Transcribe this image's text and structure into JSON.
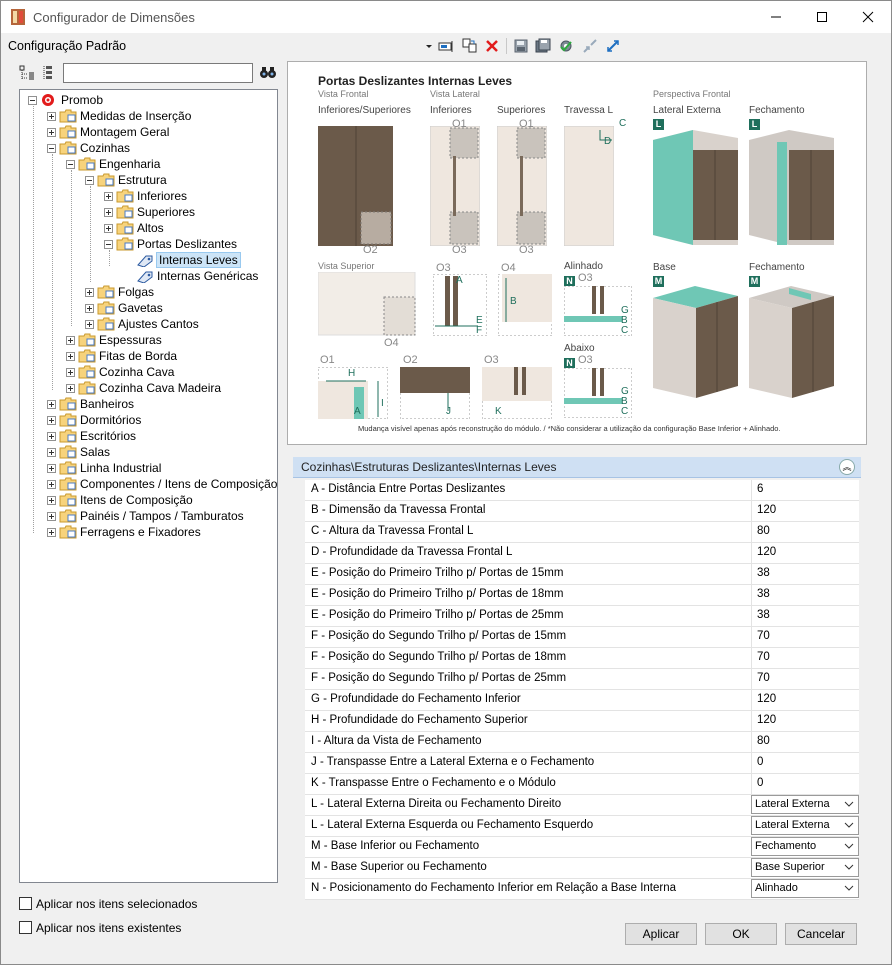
{
  "window": {
    "title": "Configurador de Dimensões"
  },
  "toolbar": {
    "config_label": "Configuração Padrão"
  },
  "tree": {
    "root": "Promob",
    "items": [
      "Medidas de Inserção",
      "Montagem Geral",
      "Cozinhas",
      "Engenharia",
      "Estrutura",
      "Inferiores",
      "Superiores",
      "Altos",
      "Portas Deslizantes",
      "Internas Leves",
      "Internas Genéricas",
      "Folgas",
      "Gavetas",
      "Ajustes Cantos",
      "Espessuras",
      "Fitas de Borda",
      "Cozinha Cava",
      "Cozinha Cava Madeira",
      "Banheiros",
      "Dormitórios",
      "Escritórios",
      "Salas",
      "Linha Industrial",
      "Componentes / Itens de Composição",
      "Itens de Composição",
      "Painéis / Tampos / Tamburatos",
      "Ferragens e Fixadores"
    ]
  },
  "preview": {
    "title": "Portas Deslizantes Internas Leves",
    "vista_frontal": "Vista Frontal",
    "vista_lateral": "Vista Lateral",
    "inferiores_superiores": "Inferiores/Superiores",
    "inferiores": "Inferiores",
    "superiores": "Superiores",
    "travessa_l": "Travessa L",
    "perspectiva": "Perspectiva Frontal",
    "lateral_externa": "Lateral Externa",
    "fechamento": "Fechamento",
    "base": "Base",
    "vista_superior": "Vista Superior",
    "alinhado": "Alinhado",
    "abaixo": "Abaixo",
    "o1": "O1",
    "o2": "O2",
    "o3": "O3",
    "o4": "O4",
    "tag_l": "L",
    "tag_m": "M",
    "tag_n": "N",
    "footnote": "Mudança visível apenas após reconstrução do módulo. / *Não considerar a utilização da configuração Base Inferior + Alinhado.",
    "letters": {
      "a": "A",
      "b": "B",
      "c": "C",
      "d": "D",
      "e": "E",
      "f": "F",
      "g": "G",
      "h": "H",
      "i": "I",
      "j": "J",
      "k": "K"
    }
  },
  "properties": {
    "header": "Cozinhas\\Estruturas Deslizantes\\Internas Leves",
    "rows": [
      {
        "label": "A - Distância Entre Portas Deslizantes",
        "value": "6"
      },
      {
        "label": "B - Dimensão da Travessa Frontal",
        "value": "120"
      },
      {
        "label": "C - Altura da Travessa Frontal L",
        "value": "80"
      },
      {
        "label": "D - Profundidade da Travessa Frontal L",
        "value": "120"
      },
      {
        "label": "E - Posição do Primeiro Trilho p/ Portas de 15mm",
        "value": "38"
      },
      {
        "label": "E - Posição do Primeiro Trilho p/ Portas de 18mm",
        "value": "38"
      },
      {
        "label": "E - Posição do Primeiro Trilho p/ Portas de 25mm",
        "value": "38"
      },
      {
        "label": "F - Posição do Segundo Trilho p/ Portas de 15mm",
        "value": "70"
      },
      {
        "label": "F - Posição do Segundo Trilho p/ Portas de 18mm",
        "value": "70"
      },
      {
        "label": "F - Posição do Segundo Trilho p/ Portas de 25mm",
        "value": "70"
      },
      {
        "label": "G - Profundidade do Fechamento Inferior",
        "value": "120"
      },
      {
        "label": "H - Profundidade do Fechamento Superior",
        "value": "120"
      },
      {
        "label": "I - Altura da Vista de Fechamento",
        "value": "80"
      },
      {
        "label": "J - Transpasse Entre a Lateral Externa e o Fechamento",
        "value": "0"
      },
      {
        "label": "K - Transpasse Entre o Fechamento e o Módulo",
        "value": "0"
      },
      {
        "label": "L - Lateral Externa Direita ou Fechamento Direito",
        "value": "Lateral Externa"
      },
      {
        "label": "L - Lateral Externa Esquerda ou Fechamento Esquerdo",
        "value": "Lateral Externa"
      },
      {
        "label": "M - Base Inferior ou Fechamento",
        "value": "Fechamento"
      },
      {
        "label": "M - Base Superior ou Fechamento",
        "value": "Base Superior"
      },
      {
        "label": "N - Posicionamento do Fechamento Inferior em Relação a Base Interna",
        "value": "Alinhado"
      }
    ]
  },
  "options": {
    "apply_selected": "Aplicar nos itens selecionados",
    "apply_existing": "Aplicar nos itens existentes"
  },
  "buttons": {
    "apply": "Aplicar",
    "ok": "OK",
    "cancel": "Cancelar"
  },
  "colors": {
    "accent": "#1f6f5c",
    "teal": "#6fc7b5",
    "wood": "#6b5a4a",
    "header": "#cfe0f3"
  }
}
